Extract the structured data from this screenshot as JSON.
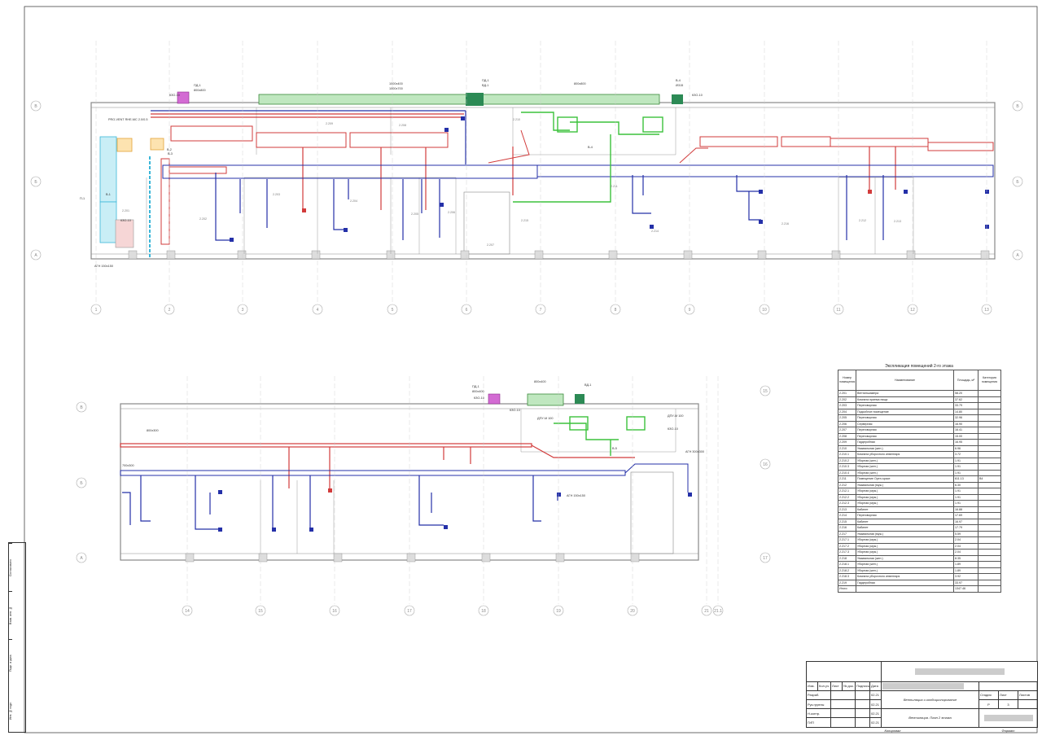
{
  "drawing": {
    "axes_top": [
      "1",
      "2",
      "3",
      "4",
      "5",
      "6",
      "7",
      "8",
      "9",
      "10",
      "11",
      "12",
      "13"
    ],
    "axes_top_rows": [
      "В",
      "Б",
      "А"
    ],
    "axes_bottom": [
      "14",
      "15",
      "16",
      "17",
      "18",
      "19",
      "20",
      "21",
      "21.1"
    ],
    "axes_bottom_rows": [
      "В",
      "Б",
      "А"
    ],
    "axes_bottom_right": [
      "15",
      "16",
      "17"
    ],
    "labels_top": [
      "ПД-1",
      "800х800",
      "КЗО-10",
      "ПД-1",
      "1000х400",
      "ВД-1",
      "800х800",
      "В-4",
      "Ø315",
      "КЗО-10",
      "1000х700",
      "PRO-VENT RHE-MC 2.0/0.5",
      "В-1",
      "П-1",
      "АГН 150х150",
      "КЗО-10",
      "В-2",
      "В-3",
      "В-4"
    ],
    "labels_bottom": [
      "ПД-1",
      "800х400",
      "КЗО-10",
      "ВД-1",
      "800х400",
      "КЗО-10",
      "ДПУ-М 100",
      "ДПУ-М 100",
      "КЗО-10",
      "АГН 300х300",
      "АГН 150х150",
      "800х300",
      "700х300",
      "В-5"
    ],
    "rooms_top": [
      "2.201",
      "2.202",
      "2.203",
      "2.204",
      "2.205",
      "2.206",
      "2.207",
      "2.208",
      "2.209",
      "2.210",
      "2.211",
      "2.212",
      "2.213",
      "2.214",
      "2.215",
      "2.216"
    ]
  },
  "explication": {
    "title": "Экспликация помещений 2-го этажа",
    "headers": [
      "Номер помещения",
      "Наименование",
      "Площадь, м²",
      "Категория помещения"
    ],
    "rows": [
      [
        "2.201",
        "Вентилькамера",
        "58.20",
        ""
      ],
      [
        "2.202",
        "Комната приема пищи",
        "37.62",
        ""
      ],
      [
        "2.203",
        "Переговорная",
        "33.79",
        ""
      ],
      [
        "2.204",
        "Подсобное помещение",
        "14.80",
        ""
      ],
      [
        "2.205",
        "Переговорная",
        "32.96",
        ""
      ],
      [
        "2.206",
        "Серверная",
        "16.90",
        ""
      ],
      [
        "2.207",
        "Переговорная",
        "16.41",
        ""
      ],
      [
        "2.208",
        "Переговорная",
        "15.00",
        ""
      ],
      [
        "2.209",
        "Гардеробная",
        "16.95",
        ""
      ],
      [
        "2.210",
        "Умывальная (жен.)",
        "6.96",
        ""
      ],
      [
        "2.210.1",
        "Комната уборочного инвентаря",
        "3.72",
        ""
      ],
      [
        "2.210.2",
        "Уборная (жен.)",
        "1.91",
        ""
      ],
      [
        "2.210.3",
        "Уборная (жен.)",
        "1.91",
        ""
      ],
      [
        "2.210.4",
        "Уборная (жен.)",
        "1.91",
        ""
      ],
      [
        "2.211",
        "Помещение Open-space",
        "611.13",
        "В4"
      ],
      [
        "2.212",
        "Умывальная (муж.)",
        "6.30",
        ""
      ],
      [
        "2.212.1",
        "Уборная (муж.)",
        "1.91",
        ""
      ],
      [
        "2.212.2",
        "Уборная (муж.)",
        "1.91",
        ""
      ],
      [
        "2.212.3",
        "Уборная (муж.)",
        "1.91",
        ""
      ],
      [
        "2.213",
        "Кабинет",
        "16.88",
        ""
      ],
      [
        "2.214",
        "Переговорная",
        "17.69",
        ""
      ],
      [
        "2.215",
        "Кабинет",
        "16.97",
        ""
      ],
      [
        "2.216",
        "Кабинет",
        "17.79",
        ""
      ],
      [
        "2.217",
        "Умывальная (муж.)",
        "5.59",
        ""
      ],
      [
        "2.217.1",
        "Уборная (муж.)",
        "2.04",
        ""
      ],
      [
        "2.217.2",
        "Уборная (муж.)",
        "2.04",
        ""
      ],
      [
        "2.217.3",
        "Уборная (муж.)",
        "2.04",
        ""
      ],
      [
        "2.218",
        "Умывальная (жен.)",
        "8.35",
        ""
      ],
      [
        "2.218.1",
        "Уборная (жен.)",
        "1.89",
        ""
      ],
      [
        "2.218.2",
        "Уборная (жен.)",
        "1.89",
        ""
      ],
      [
        "2.218.3",
        "Комната уборочного инвентаря",
        "3.92",
        ""
      ],
      [
        "2.219",
        "Гардеробная",
        "33.97",
        ""
      ]
    ],
    "total_label": "Итого:",
    "total_value": "1347.46"
  },
  "stamp": {
    "col_headers": [
      "Изм.",
      "Кол.уч.",
      "Лист",
      "№ док.",
      "Подпись",
      "Дата"
    ],
    "rows": [
      [
        "Разраб.",
        "",
        "",
        "",
        "02.21"
      ],
      [
        "Рук.группы",
        "",
        "",
        "",
        "02.21"
      ],
      [
        "Н.контр.",
        "",
        "",
        "",
        "02.21"
      ],
      [
        "ГИП",
        "",
        "",
        "",
        "02.21"
      ]
    ],
    "section": "Вентиляция и кондиционирование",
    "sheet_title": "Вентиляция. План 2 этажа",
    "stage_label": "Стадия",
    "sheet_label": "Лист",
    "sheets_label": "Листов",
    "stage": "Р",
    "sheet": "3",
    "copied": "Копировал",
    "format": "Формат"
  },
  "side_stamp": [
    "Согласовано",
    "Взам. инв. №",
    "Подп. и дата",
    "Инв. № подл."
  ],
  "colors": {
    "supply": "#d23b3b",
    "exhaust": "#2430a8",
    "green": "#3cc23c",
    "cyan": "#3ab6d8",
    "wall": "#8a8a8a",
    "axis": "#b5b5b5"
  }
}
